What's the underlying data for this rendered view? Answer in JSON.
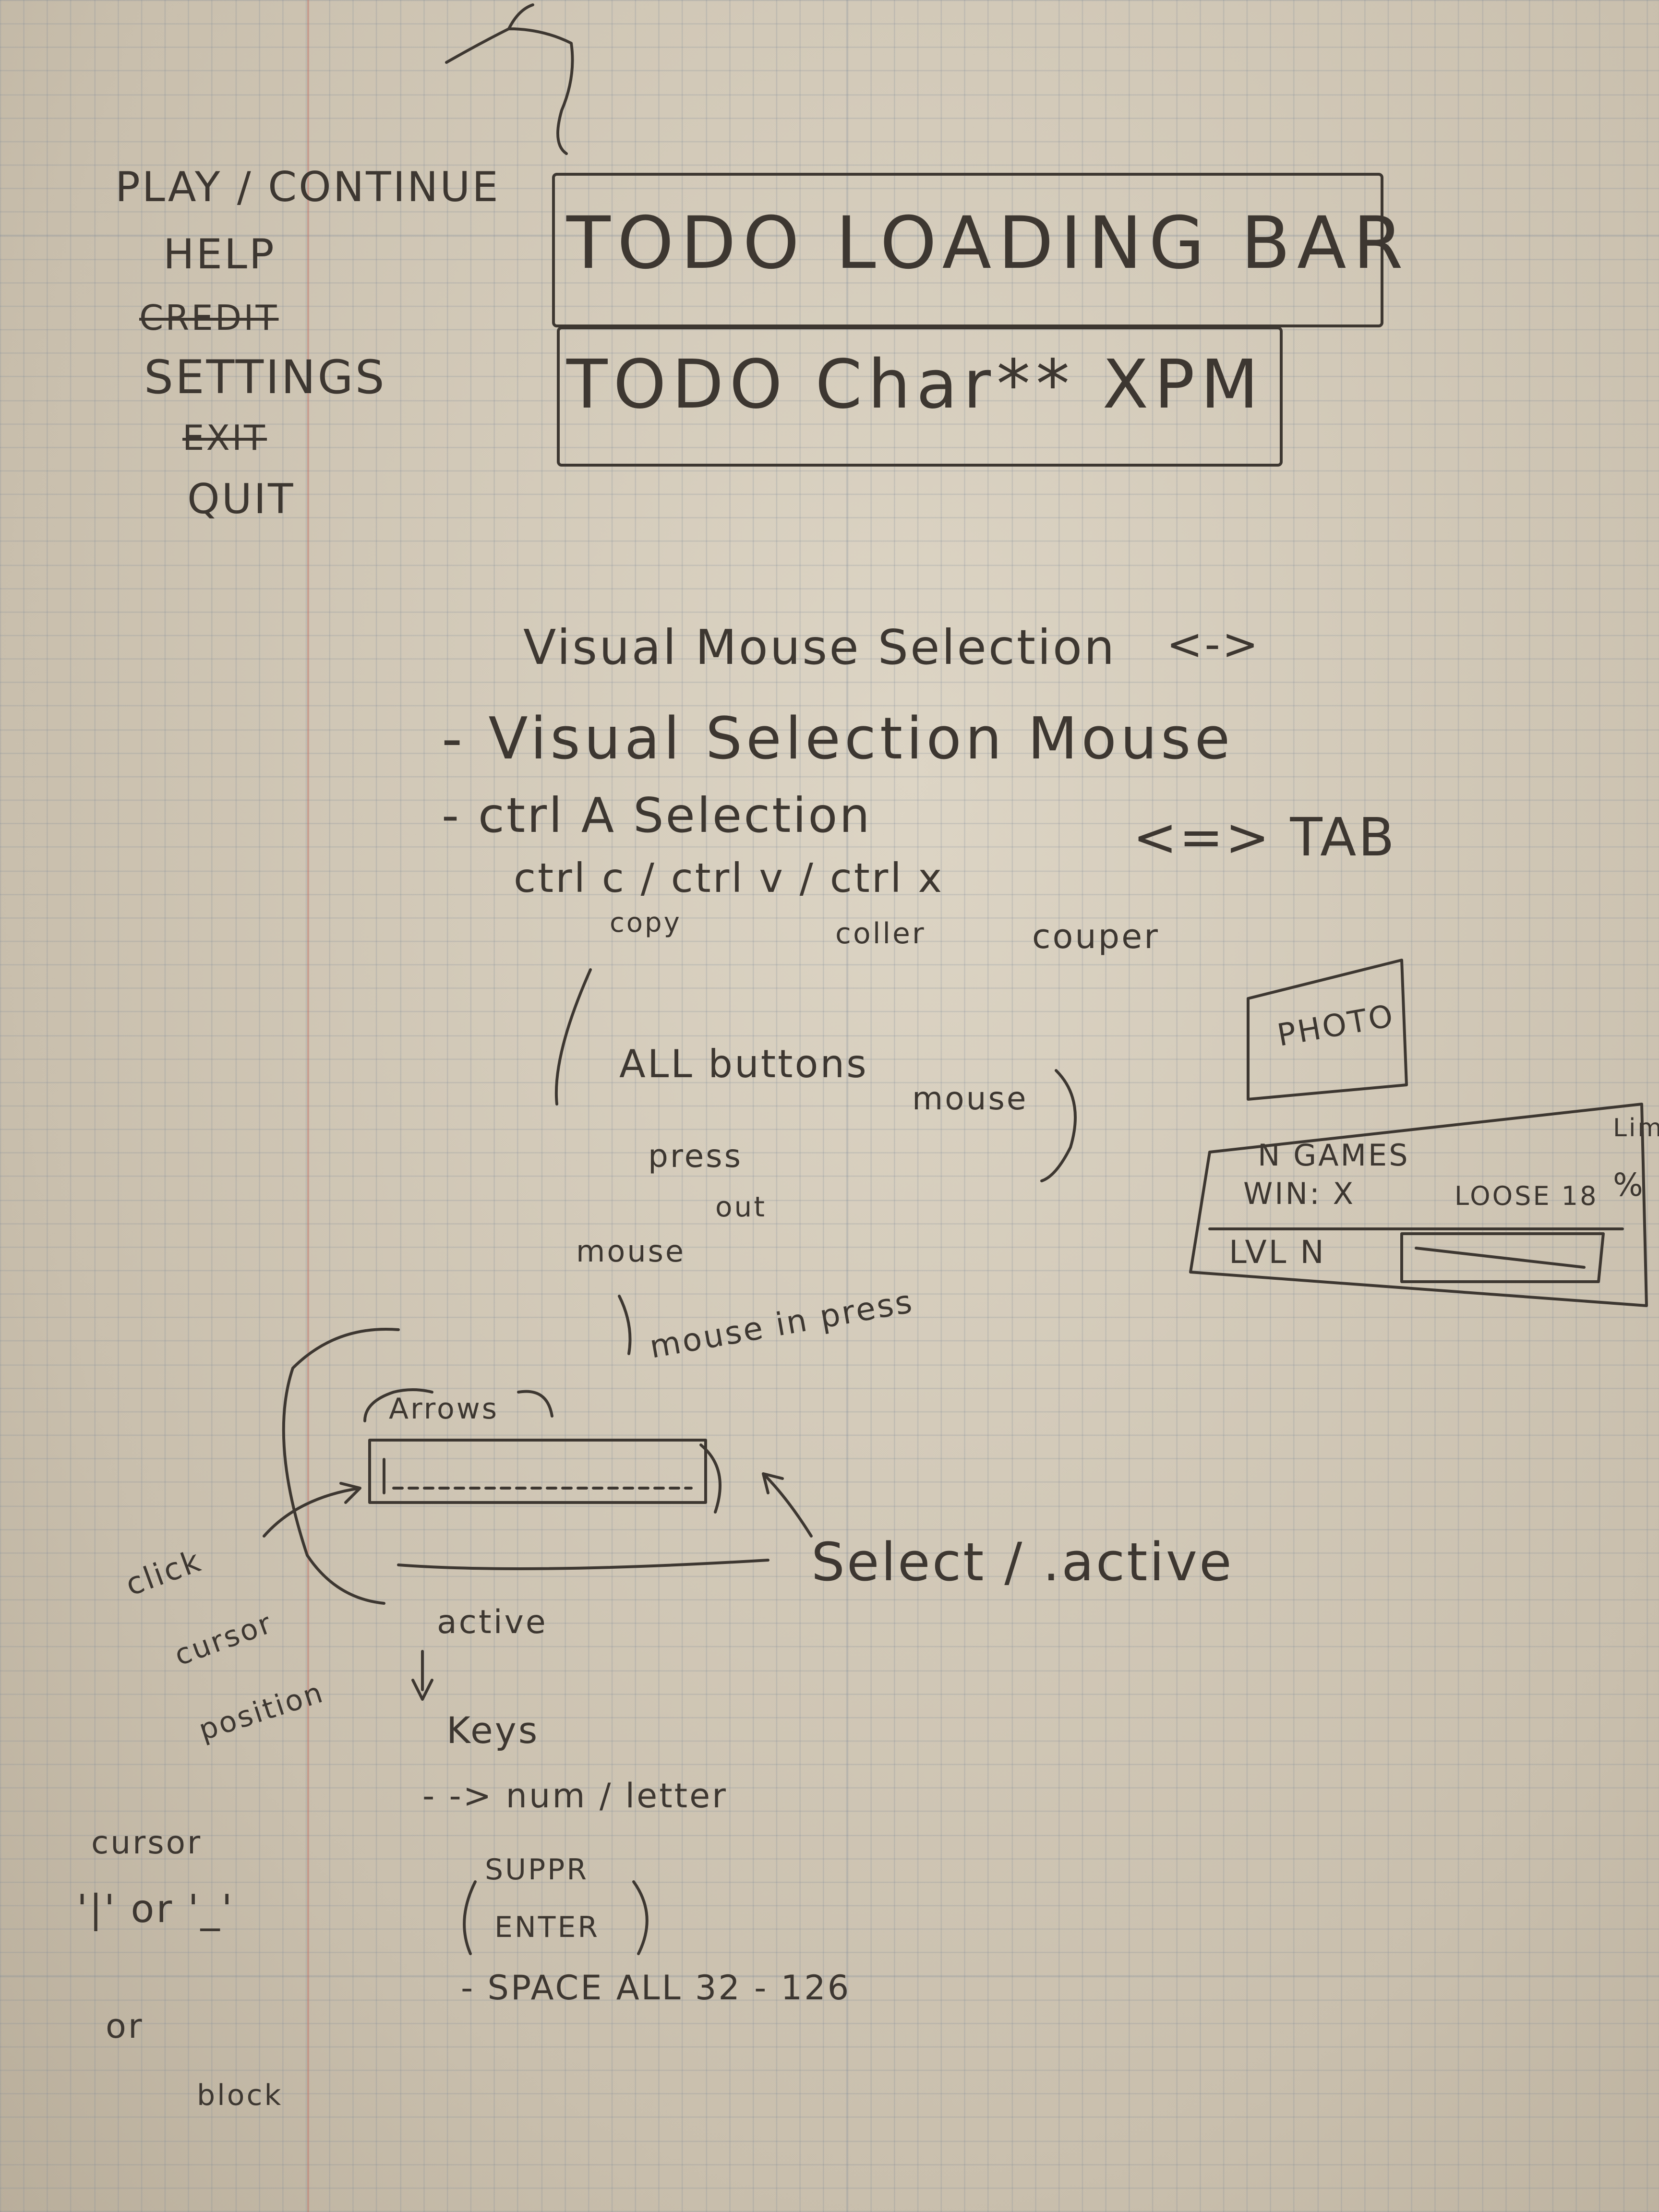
{
  "menu": {
    "play": "PLAY / CONTINUE",
    "help": "HELP",
    "struck_1": "CREDIT",
    "settings": "SETTINGS",
    "struck_2": "EXIT",
    "quit": "QUIT"
  },
  "todo": {
    "loading_bar": "TODO LOADING BAR",
    "char_xpm": "TODO Char** XPM"
  },
  "notes": {
    "heading": "Visual Mouse Selection",
    "heading_arrow": "<->",
    "line1": "- Visual Selection Mouse",
    "line2": "- ctrl A Selection",
    "line2_tab": "<=> TAB",
    "line3": "ctrl c / ctrl v / ctrl x",
    "copy": "copy",
    "coller": "coller",
    "couper": "couper",
    "all_buttons": "ALL buttons",
    "mouse_paren": "mouse",
    "press": "press",
    "out": "out",
    "mouse": "mouse",
    "mouse_in_press": "mouse in press",
    "arrows": "Arrows",
    "select_active": "Select / .active",
    "click": "click",
    "cursor": "cursor",
    "position": "position",
    "active": "active",
    "keys": "Keys",
    "num_letter": "- -> num / letter",
    "suppr": "SUPPR",
    "enter": "ENTER",
    "space": "- SPACE ALL 32 - 126",
    "cursor2": "cursor",
    "cursor_opts": "'|' or '_'",
    "or_block": "or",
    "block": "block"
  },
  "profile": {
    "photo": "PHOTO",
    "games": "N GAMES",
    "win": "WIN: X",
    "loose": "LOOSE 18",
    "percent": "%",
    "lvl": "LVL N",
    "side": "Lim"
  }
}
